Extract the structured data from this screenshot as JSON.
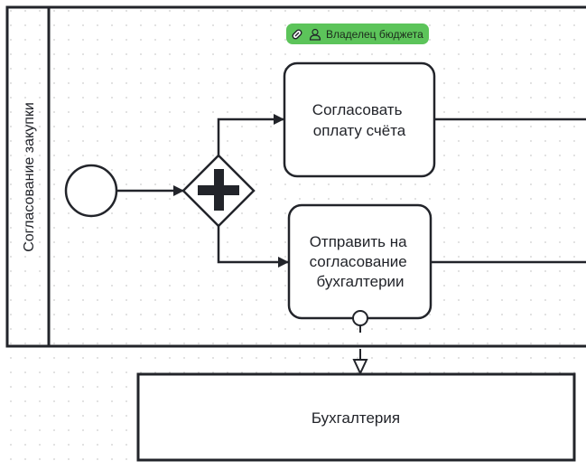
{
  "pool": {
    "label": "Согласование закупки"
  },
  "badge": {
    "link_icon": "link-icon",
    "role_icon": "user-icon",
    "label": "Владелец бюджета",
    "color": "#5cc45a"
  },
  "events": {
    "start": {
      "type": "start-event"
    }
  },
  "gateway": {
    "type": "parallel-gateway",
    "symbol": "+"
  },
  "tasks": [
    {
      "id": "task-approve-payment",
      "lines": [
        "Согласовать",
        "оплату счёта"
      ]
    },
    {
      "id": "task-send-accounting",
      "lines": [
        "Отправить на",
        "согласование",
        "бухгалтерии"
      ]
    }
  ],
  "external_pool": {
    "label": "Бухгалтерия"
  },
  "colors": {
    "stroke": "#22242a",
    "background": "#ffffff",
    "grid_dot": "#d8d8d8"
  }
}
